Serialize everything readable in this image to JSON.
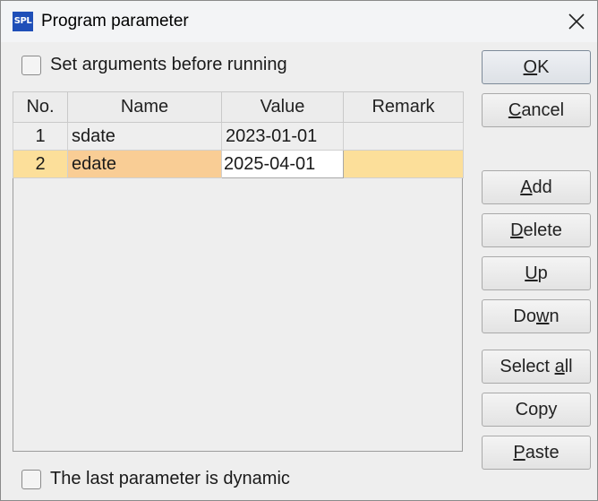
{
  "window": {
    "title": "Program parameter",
    "logo_text": "SPL"
  },
  "options": {
    "set_args_label": "Set arguments before running",
    "set_args_checked": false,
    "dynamic_label": "The last parameter is dynamic",
    "dynamic_checked": false
  },
  "table": {
    "columns": [
      "No.",
      "Name",
      "Value",
      "Remark"
    ],
    "rows": [
      {
        "no": "1",
        "name": "sdate",
        "value": "2023-01-01",
        "remark": ""
      },
      {
        "no": "2",
        "name": "edate",
        "value": "2025-04-01",
        "remark": ""
      }
    ],
    "selected_row": 2
  },
  "buttons": {
    "ok": {
      "pre": "",
      "mn": "O",
      "post": "K"
    },
    "cancel": {
      "pre": "",
      "mn": "C",
      "post": "ancel"
    },
    "add": {
      "pre": "",
      "mn": "A",
      "post": "dd"
    },
    "delete": {
      "pre": "",
      "mn": "D",
      "post": "elete"
    },
    "up": {
      "pre": "",
      "mn": "U",
      "post": "p"
    },
    "down": {
      "pre": "Do",
      "mn": "w",
      "post": "n"
    },
    "select_all": {
      "pre": "Select ",
      "mn": "a",
      "post": "ll"
    },
    "copy": {
      "pre": "Copy",
      "mn": "",
      "post": ""
    },
    "paste": {
      "pre": "",
      "mn": "P",
      "post": "aste"
    }
  }
}
